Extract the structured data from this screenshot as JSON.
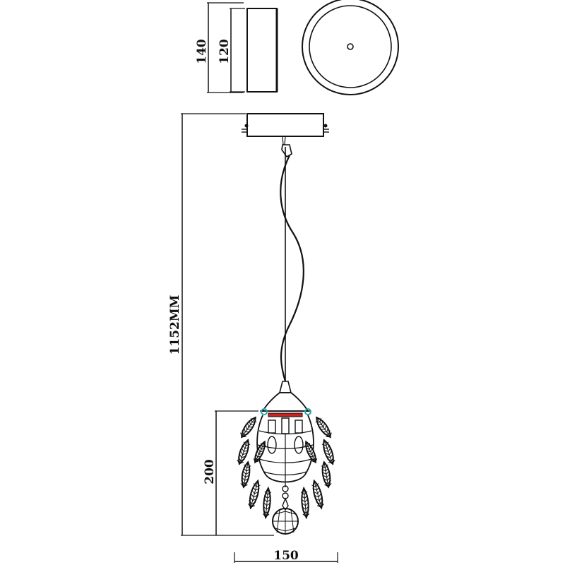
{
  "dimensions": {
    "canopy_height_outer": "140",
    "canopy_height_inner": "120",
    "total_height": "1152MM",
    "shade_height": "200",
    "shade_width": "150"
  },
  "colors": {
    "line": "#111111",
    "accent_red": "#cc2222",
    "accent_teal": "#2aa7a7"
  }
}
